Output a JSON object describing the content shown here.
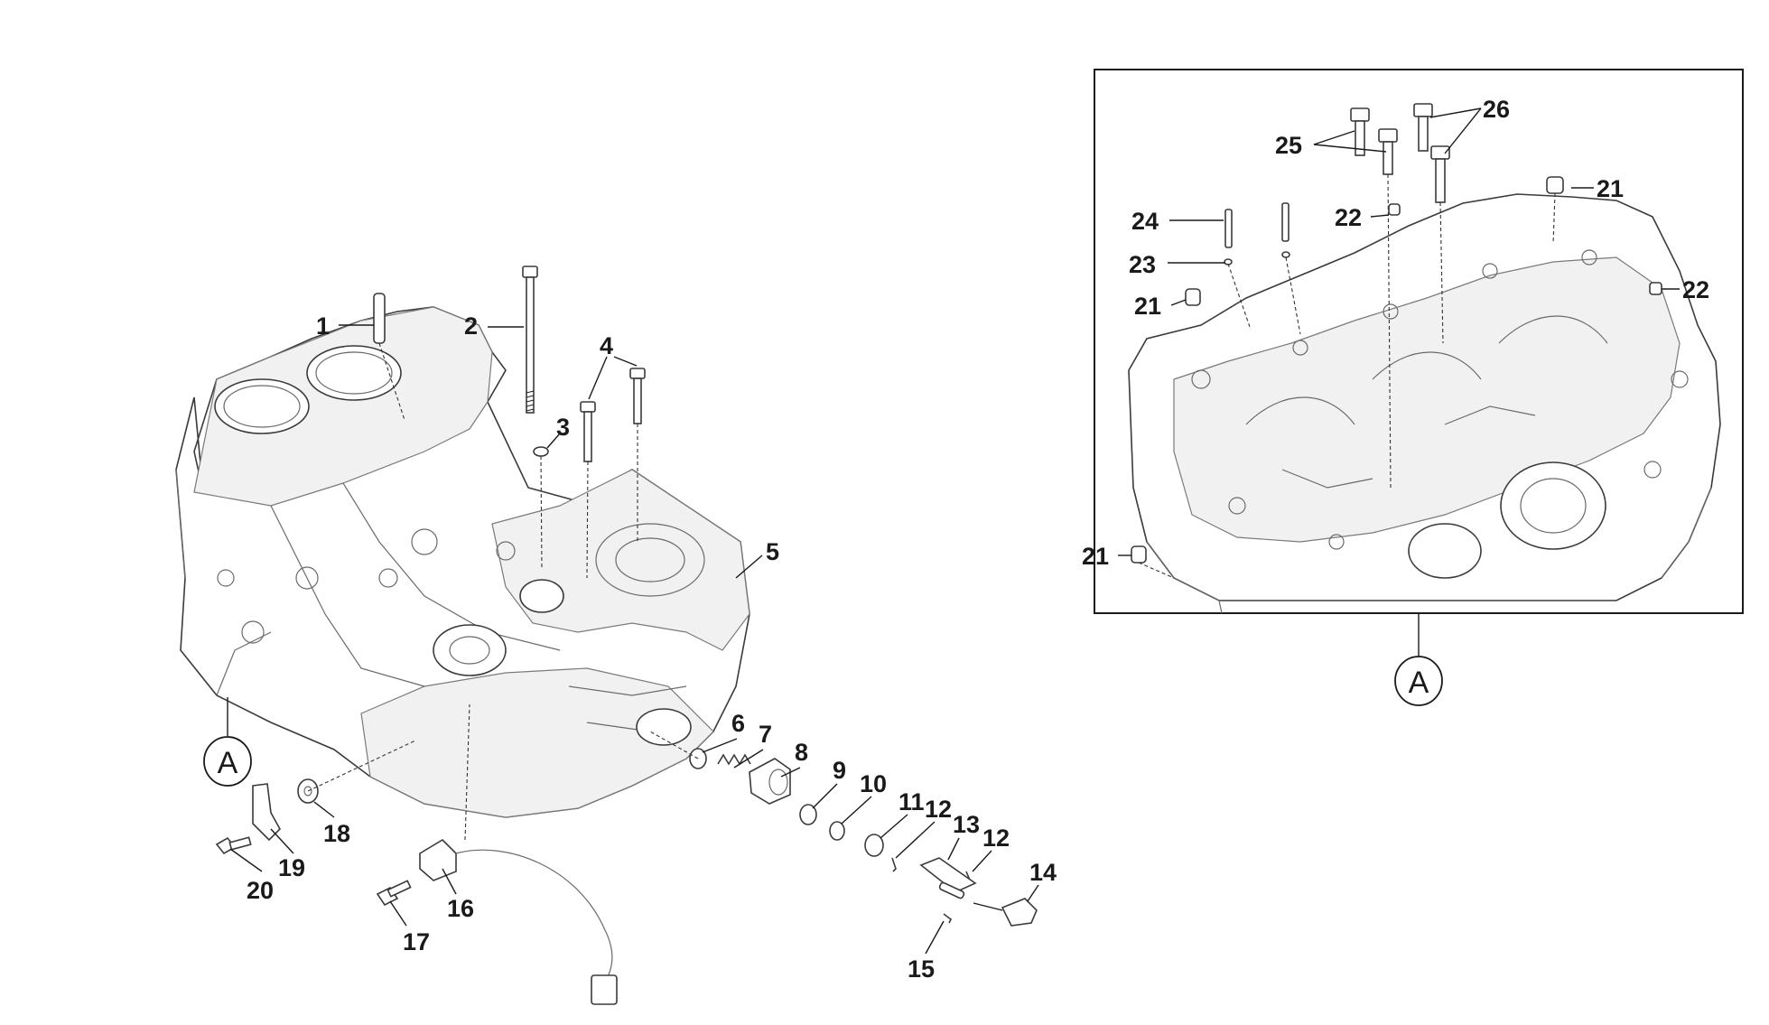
{
  "diagram": {
    "main_view": {
      "callouts": [
        "1",
        "2",
        "3",
        "4",
        "5",
        "6",
        "7",
        "8",
        "9",
        "10",
        "11",
        "12",
        "13",
        "12",
        "14",
        "15",
        "16",
        "17",
        "18",
        "19",
        "20"
      ],
      "view_ref": "A"
    },
    "detail_view": {
      "callouts": [
        "25",
        "26",
        "24",
        "22",
        "21",
        "23",
        "21",
        "22",
        "21"
      ],
      "view_ref": "A"
    }
  }
}
